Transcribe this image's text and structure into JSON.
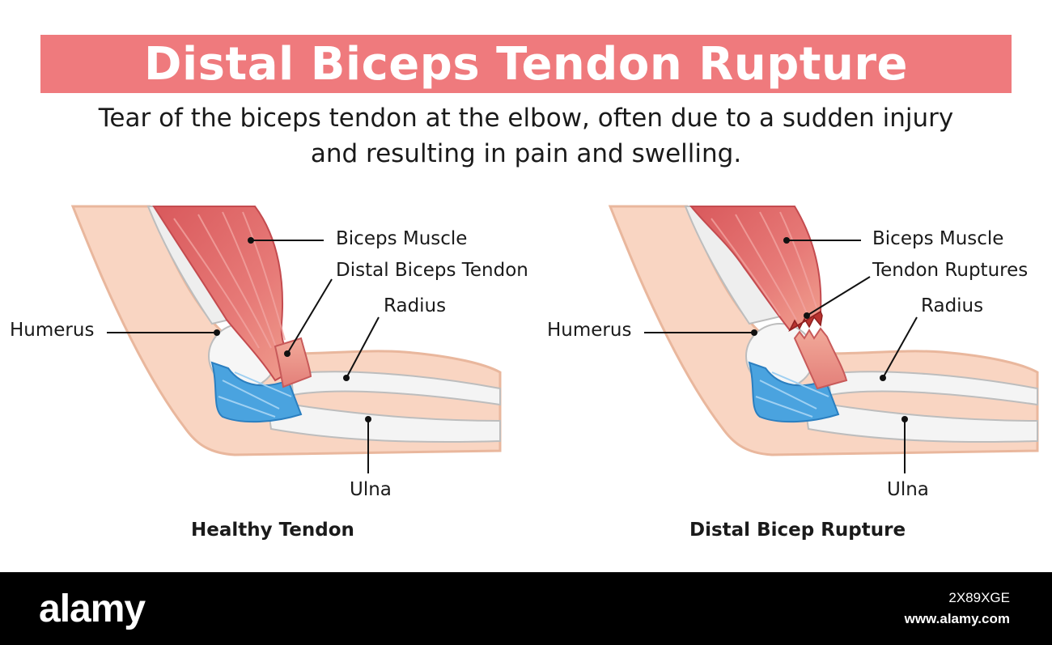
{
  "header": {
    "title": "Distal Biceps Tendon Rupture",
    "subtitle_line1": "Tear of the biceps tendon at the elbow, often due to a sudden injury",
    "subtitle_line2": "and resulting in pain and swelling."
  },
  "panels": {
    "healthy": {
      "caption": "Healthy Tendon",
      "labels": {
        "biceps_muscle": "Biceps Muscle",
        "distal_biceps_tendon": "Distal Biceps Tendon",
        "radius": "Radius",
        "humerus": "Humerus",
        "ulna": "Ulna"
      }
    },
    "rupture": {
      "caption": "Distal Bicep Rupture",
      "labels": {
        "biceps_muscle": "Biceps Muscle",
        "tendon_ruptures": "Tendon Ruptures",
        "radius": "Radius",
        "humerus": "Humerus",
        "ulna": "Ulna"
      }
    }
  },
  "watermark": {
    "logo": "alamy",
    "image_id": "2X89XGE",
    "url": "www.alamy.com"
  },
  "colors": {
    "banner": "#ef7a7d",
    "skin": "#f9d5c2",
    "muscle": "#e06b6b",
    "ligament": "#4aa3df",
    "bone": "#f2f2f2"
  }
}
